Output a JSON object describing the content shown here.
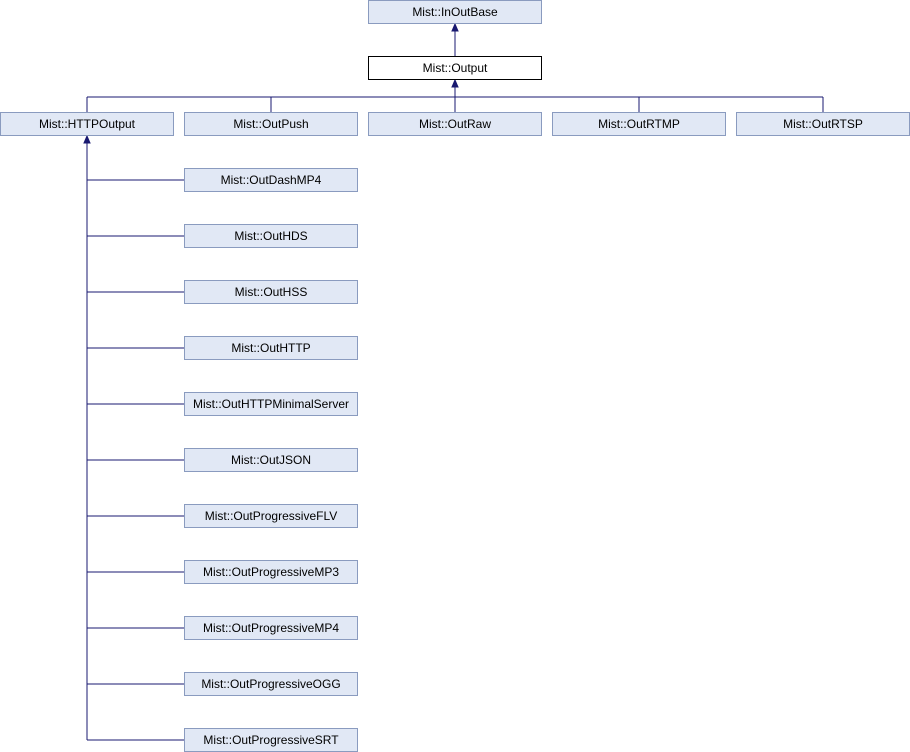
{
  "diagram": {
    "type": "class-inheritance-graph",
    "colors": {
      "edge": "#191970",
      "node_fill": "#e1e8f5",
      "node_border": "#8a9bbf",
      "current_fill": "#ffffff",
      "current_border": "#000000"
    },
    "nodes": {
      "inoutbase": "Mist::InOutBase",
      "output": "Mist::Output",
      "httpoutput": "Mist::HTTPOutput",
      "outpush": "Mist::OutPush",
      "outraw": "Mist::OutRaw",
      "outrtmp": "Mist::OutRTMP",
      "outrtsp": "Mist::OutRTSP",
      "outdashmp4": "Mist::OutDashMP4",
      "outhds": "Mist::OutHDS",
      "outhss": "Mist::OutHSS",
      "outhttp": "Mist::OutHTTP",
      "outhttpminimalserver": "Mist::OutHTTPMinimalServer",
      "outjson": "Mist::OutJSON",
      "outprogressiveflv": "Mist::OutProgressiveFLV",
      "outprogressivemp3": "Mist::OutProgressiveMP3",
      "outprogressivemp4": "Mist::OutProgressiveMP4",
      "outprogressiveogg": "Mist::OutProgressiveOGG",
      "outprogressivesrt": "Mist::OutProgressiveSRT"
    },
    "edges": [
      {
        "from": "output",
        "to": "inoutbase"
      },
      {
        "from": "httpoutput",
        "to": "output"
      },
      {
        "from": "outpush",
        "to": "output"
      },
      {
        "from": "outraw",
        "to": "output"
      },
      {
        "from": "outrtmp",
        "to": "output"
      },
      {
        "from": "outrtsp",
        "to": "output"
      },
      {
        "from": "outdashmp4",
        "to": "httpoutput"
      },
      {
        "from": "outhds",
        "to": "httpoutput"
      },
      {
        "from": "outhss",
        "to": "httpoutput"
      },
      {
        "from": "outhttp",
        "to": "httpoutput"
      },
      {
        "from": "outhttpminimalserver",
        "to": "httpoutput"
      },
      {
        "from": "outjson",
        "to": "httpoutput"
      },
      {
        "from": "outprogressiveflv",
        "to": "httpoutput"
      },
      {
        "from": "outprogressivemp3",
        "to": "httpoutput"
      },
      {
        "from": "outprogressivemp4",
        "to": "httpoutput"
      },
      {
        "from": "outprogressiveogg",
        "to": "httpoutput"
      },
      {
        "from": "outprogressivesrt",
        "to": "httpoutput"
      }
    ]
  }
}
